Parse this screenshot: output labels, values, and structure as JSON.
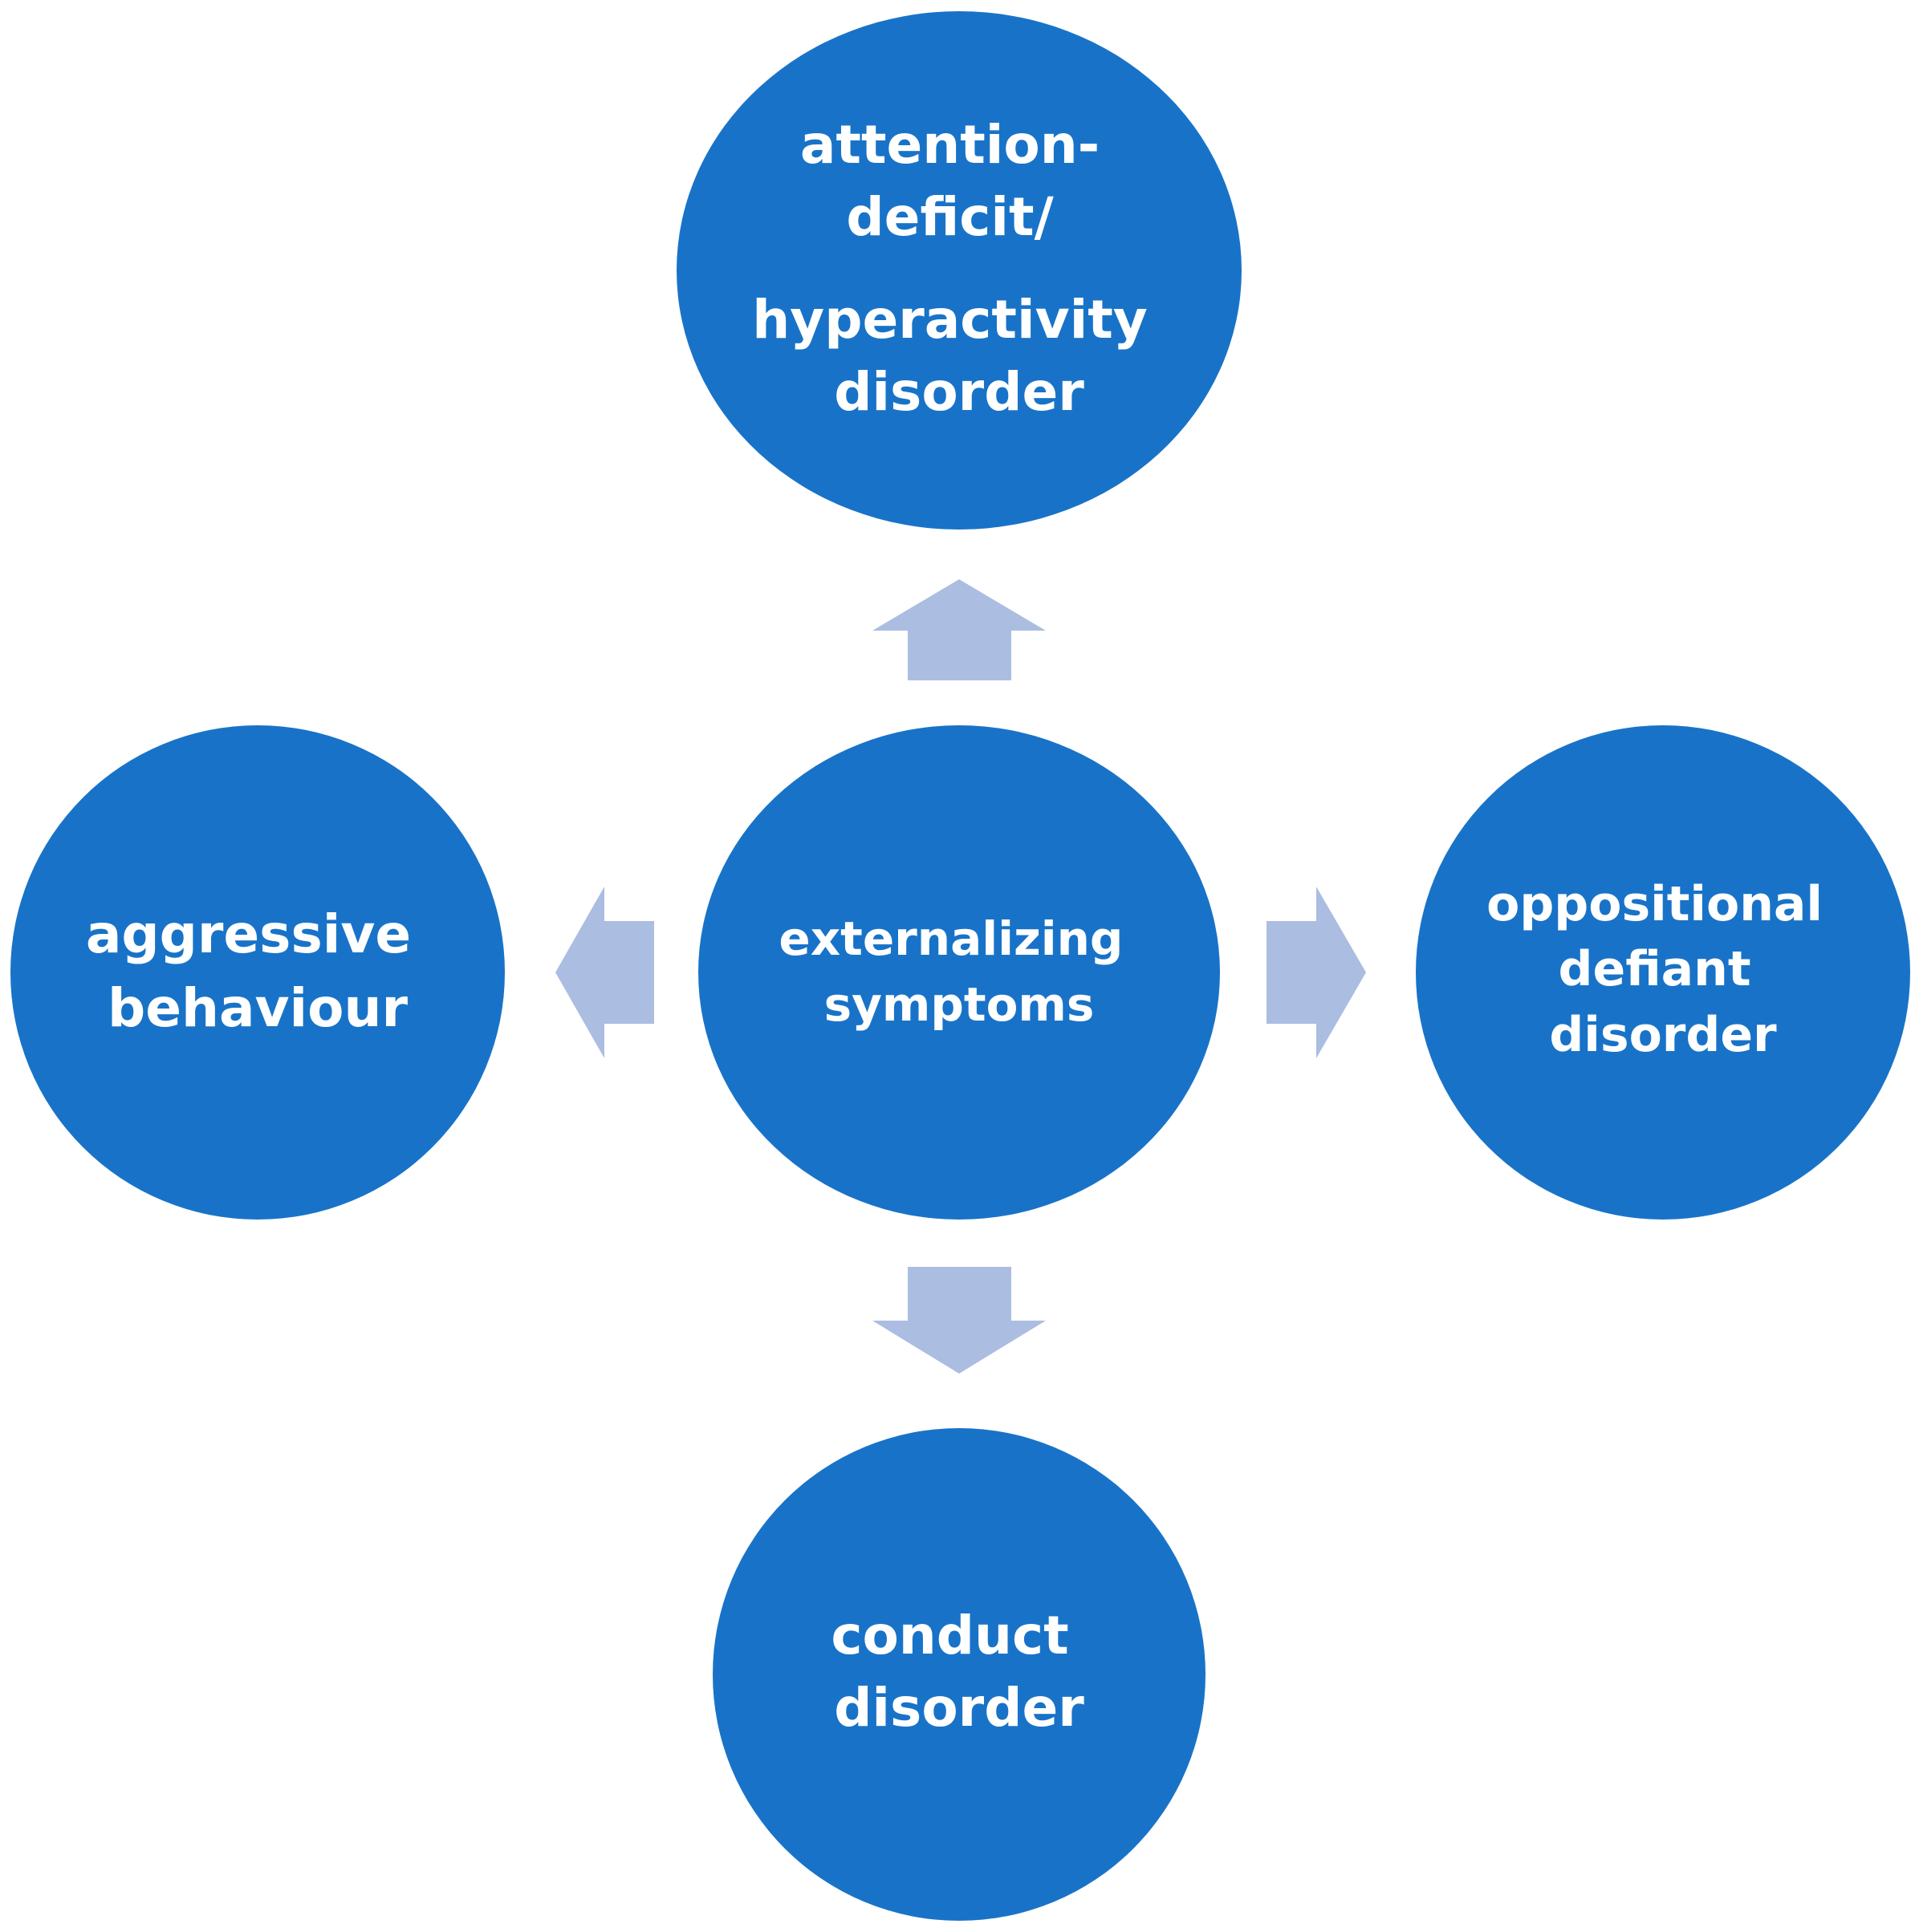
{
  "colors": {
    "node_fill": "#1873c8",
    "arrow_fill": "#abbde0",
    "text": "#ffffff",
    "background": "#ffffff"
  },
  "nodes": {
    "center": {
      "lines": [
        "externalizing",
        "symptoms"
      ]
    },
    "top": {
      "lines": [
        "attention-",
        "deficit/",
        "hyperactivity",
        "disorder"
      ]
    },
    "left": {
      "lines": [
        "aggressive",
        "behaviour"
      ]
    },
    "right": {
      "lines": [
        "oppositional",
        "defiant",
        "disorder"
      ]
    },
    "bottom": {
      "lines": [
        "conduct",
        "disorder"
      ]
    }
  },
  "arrows": [
    {
      "direction": "up",
      "from": "center",
      "to": "top"
    },
    {
      "direction": "left",
      "from": "center",
      "to": "left"
    },
    {
      "direction": "right",
      "from": "center",
      "to": "right"
    },
    {
      "direction": "down",
      "from": "center",
      "to": "bottom"
    }
  ]
}
